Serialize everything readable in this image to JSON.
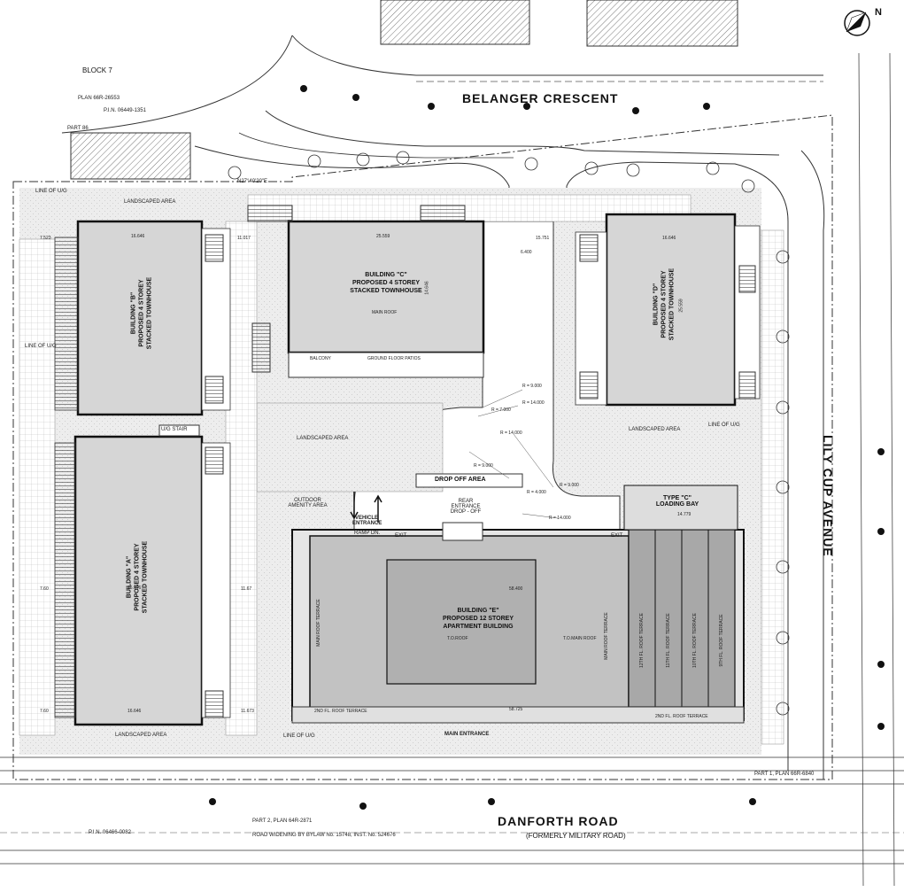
{
  "streets": {
    "north": "BELANGER  CRESCENT",
    "south": "DANFORTH  ROAD",
    "south_sub": "(FORMERLY MILITARY  ROAD)",
    "east": "LILY CUP AVENUE"
  },
  "site_labels": {
    "block": "BLOCK 7",
    "plan_ref": "PLAN 66R-26553",
    "pin_north": "P.I.N. 06449-1351",
    "part": "PART 86",
    "pin_south": "P.I.N. 06466-0082",
    "part2": "PART 2, PLAN 64R-2871",
    "road_widening": "ROAD WIDENING BY BYLAW No. 15748, INST. No. 524676",
    "part1": "PART 1, PLAN 66R-6840",
    "line_ug_1": "LINE OF U/G",
    "line_ug_2": "LINE OF U/G",
    "line_ug_3": "LINE OF U/G",
    "line_ug_4": "LINE OF U/G",
    "landscape_top": "LANDSCAPED AREA",
    "landscape_mid": "LANDSCAPED AREA",
    "landscape_right": "LANDSCAPED AREA",
    "landscape_bottom": "LANDSCAPED AREA",
    "drop_off": "DROP OFF AREA",
    "outdoor_amenity": "OUTDOOR AMENITY AREA",
    "vehicle_entrance": "VEHICLE ENTRANCE",
    "loading_bay": "TYPE \"C\" LOADING BAY",
    "rear_entrance": "REAR ENTRANCE DROP - OFF",
    "main_entrance": "MAIN ENTRANCE",
    "ramp_dn": "RAMP DN.",
    "exit1": "EXIT",
    "exit2": "EXIT",
    "ug_stair": "U/G STAIR",
    "bearing_n": "N27°40'20\"E"
  },
  "buildings": {
    "a": {
      "l1": "BUILDING \"A\"",
      "l2": "PROPOSED 4 STOREY",
      "l3": "STACKED TOWNHOUSE"
    },
    "b": {
      "l1": "BUILDING \"B\"",
      "l2": "PROPOSED 4 STOREY",
      "l3": "STACKED TOWNHOUSE"
    },
    "c": {
      "l1": "BUILDING \"C\"",
      "l2": "PROPOSED 4 STOREY",
      "l3": "STACKED TOWNHOUSE"
    },
    "d": {
      "l1": "BUILDING \"D\"",
      "l2": "PROPOSED 4 STOREY",
      "l3": "STACKED TOWNHOUSE"
    },
    "e": {
      "l1": "BUILDING \"E\"",
      "l2": "PROPOSED 12 STOREY",
      "l3": "APARTMENT BUILDING"
    }
  },
  "roof_labels": {
    "c_main": "MAIN ROOF",
    "c_balcony": "BALCONY",
    "c_patios": "GROUND FLOOR PATIOS",
    "e_main_left": "MAIN ROOF TERRACE",
    "e_main_right": "MAIN ROOF TERRACE",
    "e_t1": "12TH FL. ROOF TERRACE",
    "e_t2": "11TH FL. ROOF TERRACE",
    "e_t3": "10TH FL. ROOF TERRACE",
    "e_t4": "9TH FL. ROOF TERRACE",
    "e_2nd_left": "2ND FL. ROOF TERRACE",
    "e_2nd_right": "2ND FL. ROOF TERRACE",
    "e_to_roof": "T.O.ROOF",
    "e_to_main": "T.O.MAIN ROOF"
  },
  "dimensions": {
    "b_w": "16.646",
    "d_w": "16.646",
    "a_w": "16.646",
    "a_w2": "16.646",
    "c_w": "25.559",
    "c_h": "14.646",
    "e_w": "58.400",
    "e_bottom": "58.725",
    "loading_w": "14.779",
    "d_h": "25.559",
    "r1": "R = 9.000",
    "r2": "R = 14.000",
    "r3": "R = 7.000",
    "r4": "R = 14.000",
    "r5": "R = 9.000",
    "r6": "R = 4.000",
    "r7": "R = 14.000",
    "r8": "R = 9.000",
    "b1": "11.017",
    "b2": "15.751",
    "b3": "6.400",
    "b4": "11.67",
    "b5": "11.673",
    "s1": "7.523",
    "s2": "7.60",
    "s3": "7.60"
  },
  "north_arrow": "N"
}
